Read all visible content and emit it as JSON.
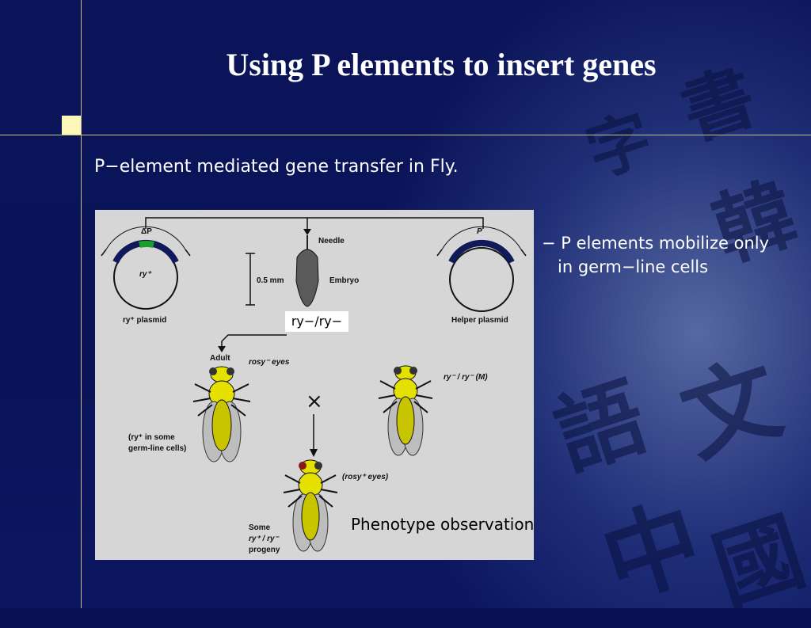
{
  "slide": {
    "title": "Using P elements to insert genes",
    "subtitle": "P−element mediated gene transfer in Fly.",
    "bullet": "− P elements mobilize only\n   in germ−line cells",
    "genotype_box": "ry−/ry−",
    "phenotype_label": "Phenotype observation",
    "colors": {
      "background": "#0a1255",
      "title_text": "#ffffff",
      "divider": "#c9c08a",
      "accent_square": "#fbf7b8",
      "figure_bg": "#d6d6d6",
      "fly_body": "#e4e000",
      "plasmid_insert": "#1aa02a",
      "plasmid_band": "#101a5a"
    }
  },
  "figure": {
    "delta_p": "ΔP",
    "ry_plus": "ry⁺",
    "ry_plasmid": "ry⁺ plasmid",
    "p_label": "P",
    "helper_plasmid": "Helper plasmid",
    "needle": "Needle",
    "scale": "0.5 mm",
    "embryo": "Embryo",
    "adult": "Adult",
    "rosy_minus_eyes": "rosy⁻ eyes",
    "ry_minus_m": "ry⁻ / ry⁻ (M)",
    "germline_1": "(ry⁺ in some",
    "germline_2": "germ-line cells)",
    "rosy_plus_eyes": "(rosy⁺ eyes)",
    "progeny_1": "Some",
    "progeny_2": "ry⁺ / ry⁻",
    "progeny_3": "progeny",
    "cross": "×"
  }
}
